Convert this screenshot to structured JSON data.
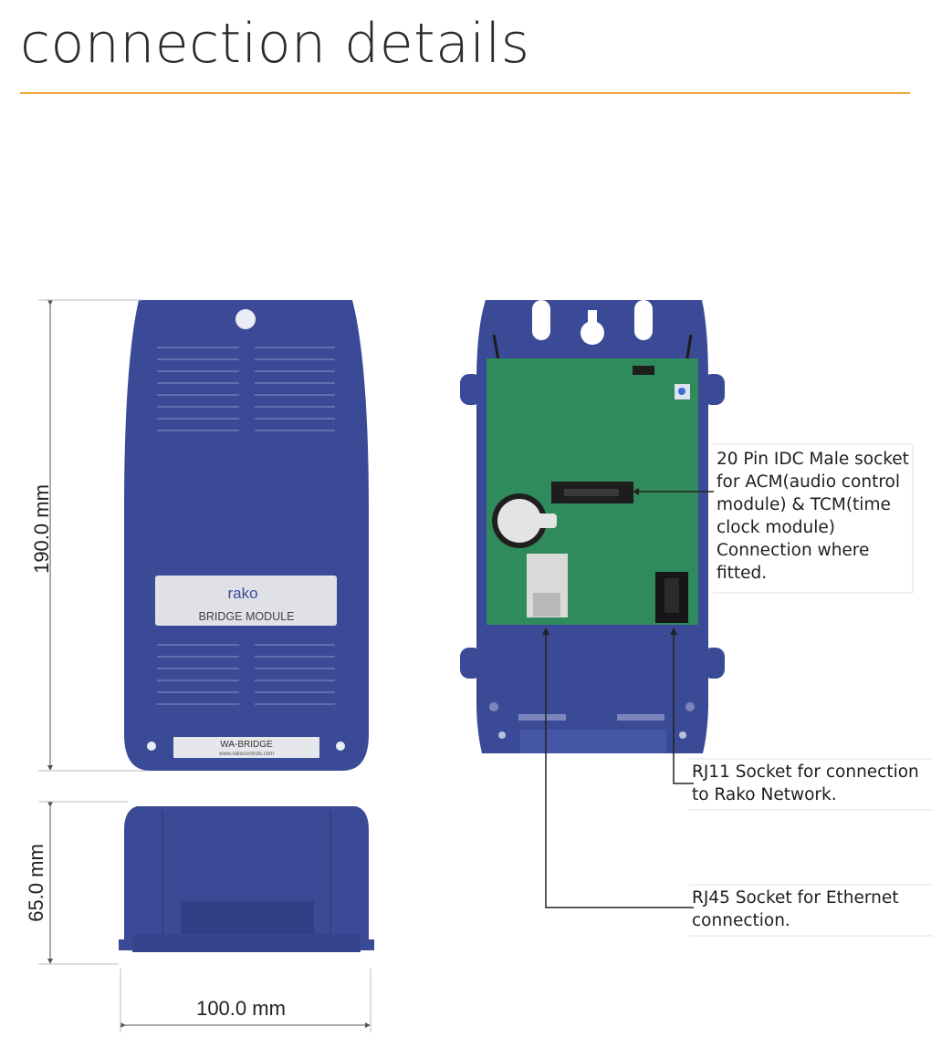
{
  "title": "connection details",
  "device": {
    "brand": "rako",
    "label": "BRIDGE MODULE",
    "model_tag": "WA-BRIDGE",
    "website": "www.rakocontrols.com"
  },
  "dimensions": {
    "height": "190.0 mm",
    "depth": "65.0 mm",
    "width": "100.0 mm"
  },
  "callouts": {
    "idc": "20 Pin IDC Male socket\nfor ACM(audio control\nmodule) & TCM(time\nclock module)\nConnection where\nfitted.",
    "rj11": "RJ11 Socket for connection\nto Rako Network.",
    "rj45": "RJ45 Socket for Ethernet\nconnection."
  },
  "colors": {
    "accent_rule": "#f2a93b",
    "case_blue": "#3b4a96",
    "pcb_green": "#2f8a5c"
  }
}
